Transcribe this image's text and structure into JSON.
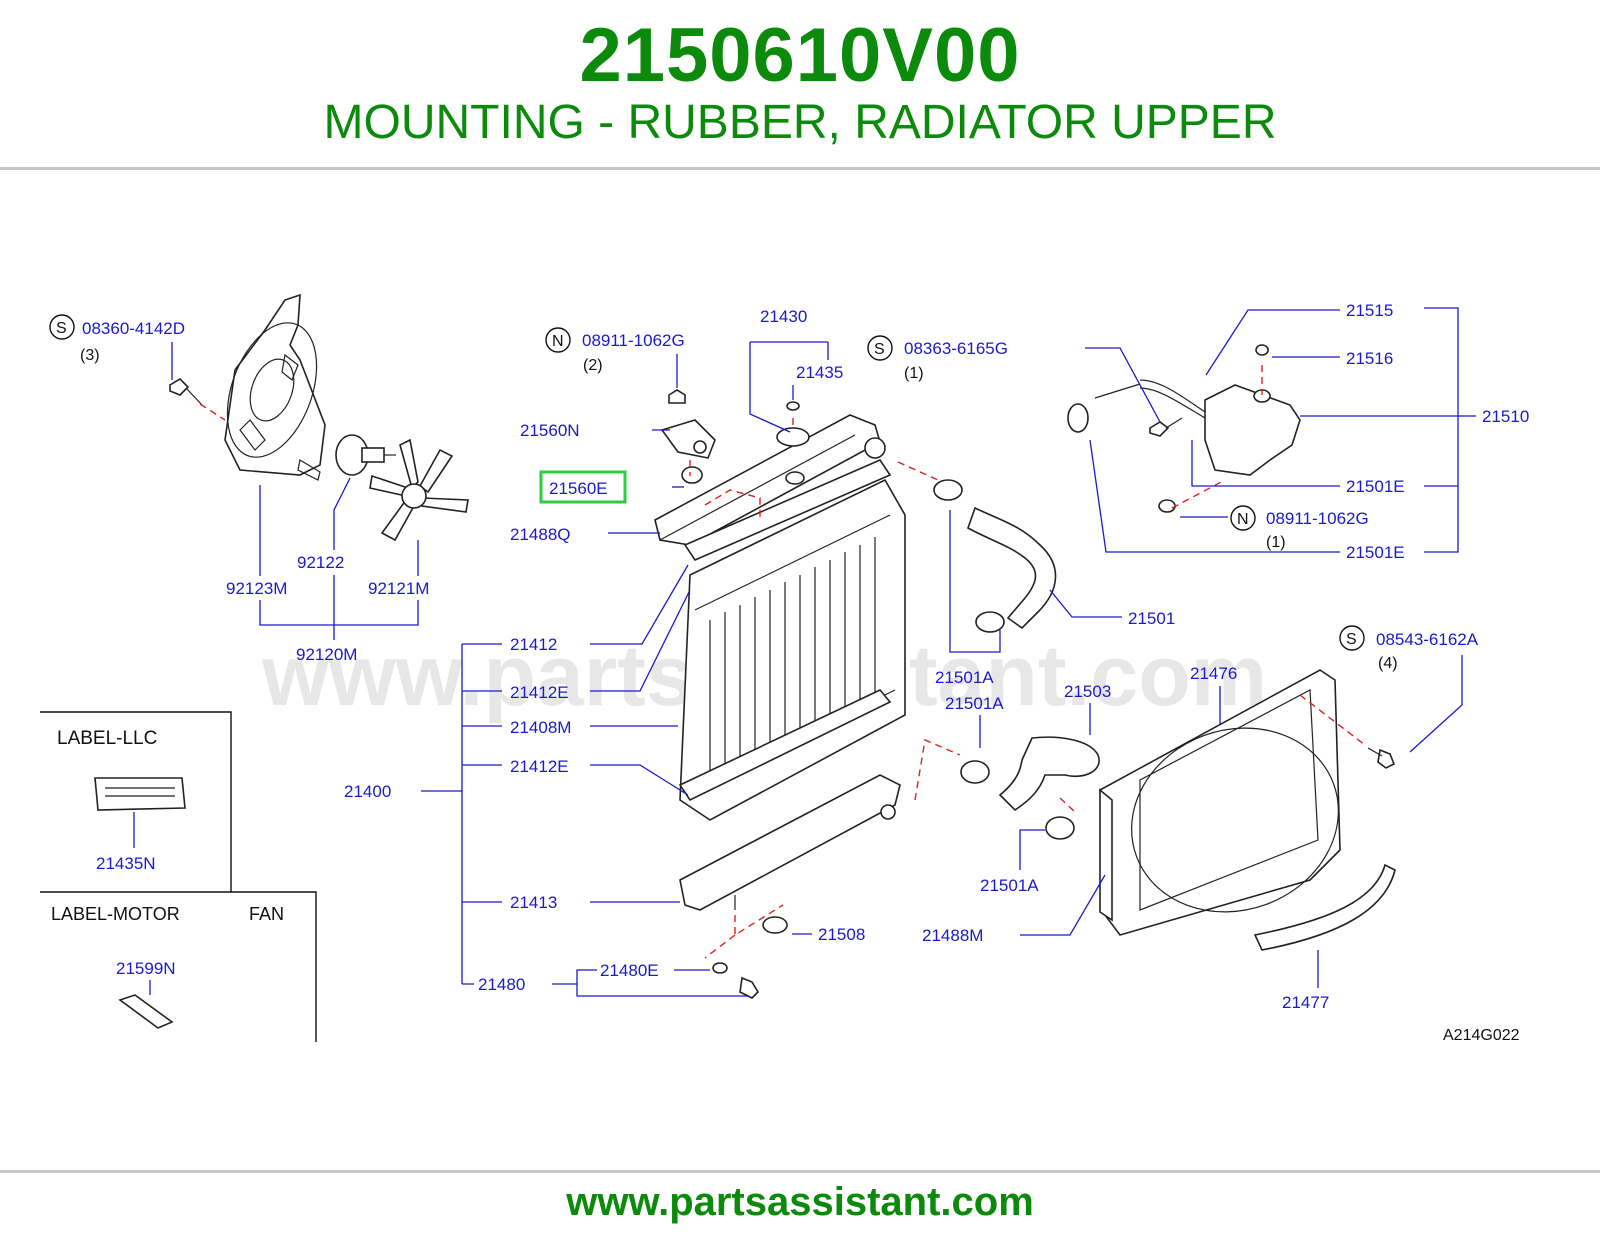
{
  "header": {
    "part_number": "2150610V00",
    "description": "MOUNTING - RUBBER, RADIATOR UPPER"
  },
  "footer": {
    "url": "www.partsassistant.com"
  },
  "watermark": "www.partsassistant.com",
  "colors": {
    "accent": "#0b8a0b",
    "label": "#1a1acc",
    "highlight": "#2ecc40",
    "dash": "#e02020"
  },
  "diagram": {
    "code": "A214G022",
    "highlighted": "21560E",
    "labels": {
      "p08360": "08360-4142D",
      "q3": "(3)",
      "p08911a": "08911-1062G",
      "q2": "(2)",
      "p21430": "21430",
      "p21435": "21435",
      "p08363": "08363-6165G",
      "q1a": "(1)",
      "p21515": "21515",
      "p21516": "21516",
      "p21510": "21510",
      "p21501e_1": "21501E",
      "p08911b": "08911-1062G",
      "q1b": "(1)",
      "p21501e_2": "21501E",
      "p21560n": "21560N",
      "p21560e": "21560E",
      "p21488q": "21488Q",
      "p92122": "92122",
      "p92123m": "92123M",
      "p92121m": "92121M",
      "p92120m": "92120M",
      "p21412": "21412",
      "p21412e_1": "21412E",
      "p21408m": "21408M",
      "p21412e_2": "21412E",
      "p21400": "21400",
      "p21413": "21413",
      "p21480": "21480",
      "p21480e": "21480E",
      "p21508": "21508",
      "p21501": "21501",
      "p21501a_1": "21501A",
      "p21501a_2": "21501A",
      "p21503": "21503",
      "p21501a_3": "21501A",
      "p21476": "21476",
      "p08543": "08543-6162A",
      "q4": "(4)",
      "p21488m": "21488M",
      "p21477": "21477",
      "label_llc": "LABEL-LLC",
      "p21435n": "21435N",
      "label_motor": "LABEL-MOTOR",
      "label_fan": "FAN",
      "p21599n": "21599N",
      "s": "S",
      "n": "N"
    }
  }
}
